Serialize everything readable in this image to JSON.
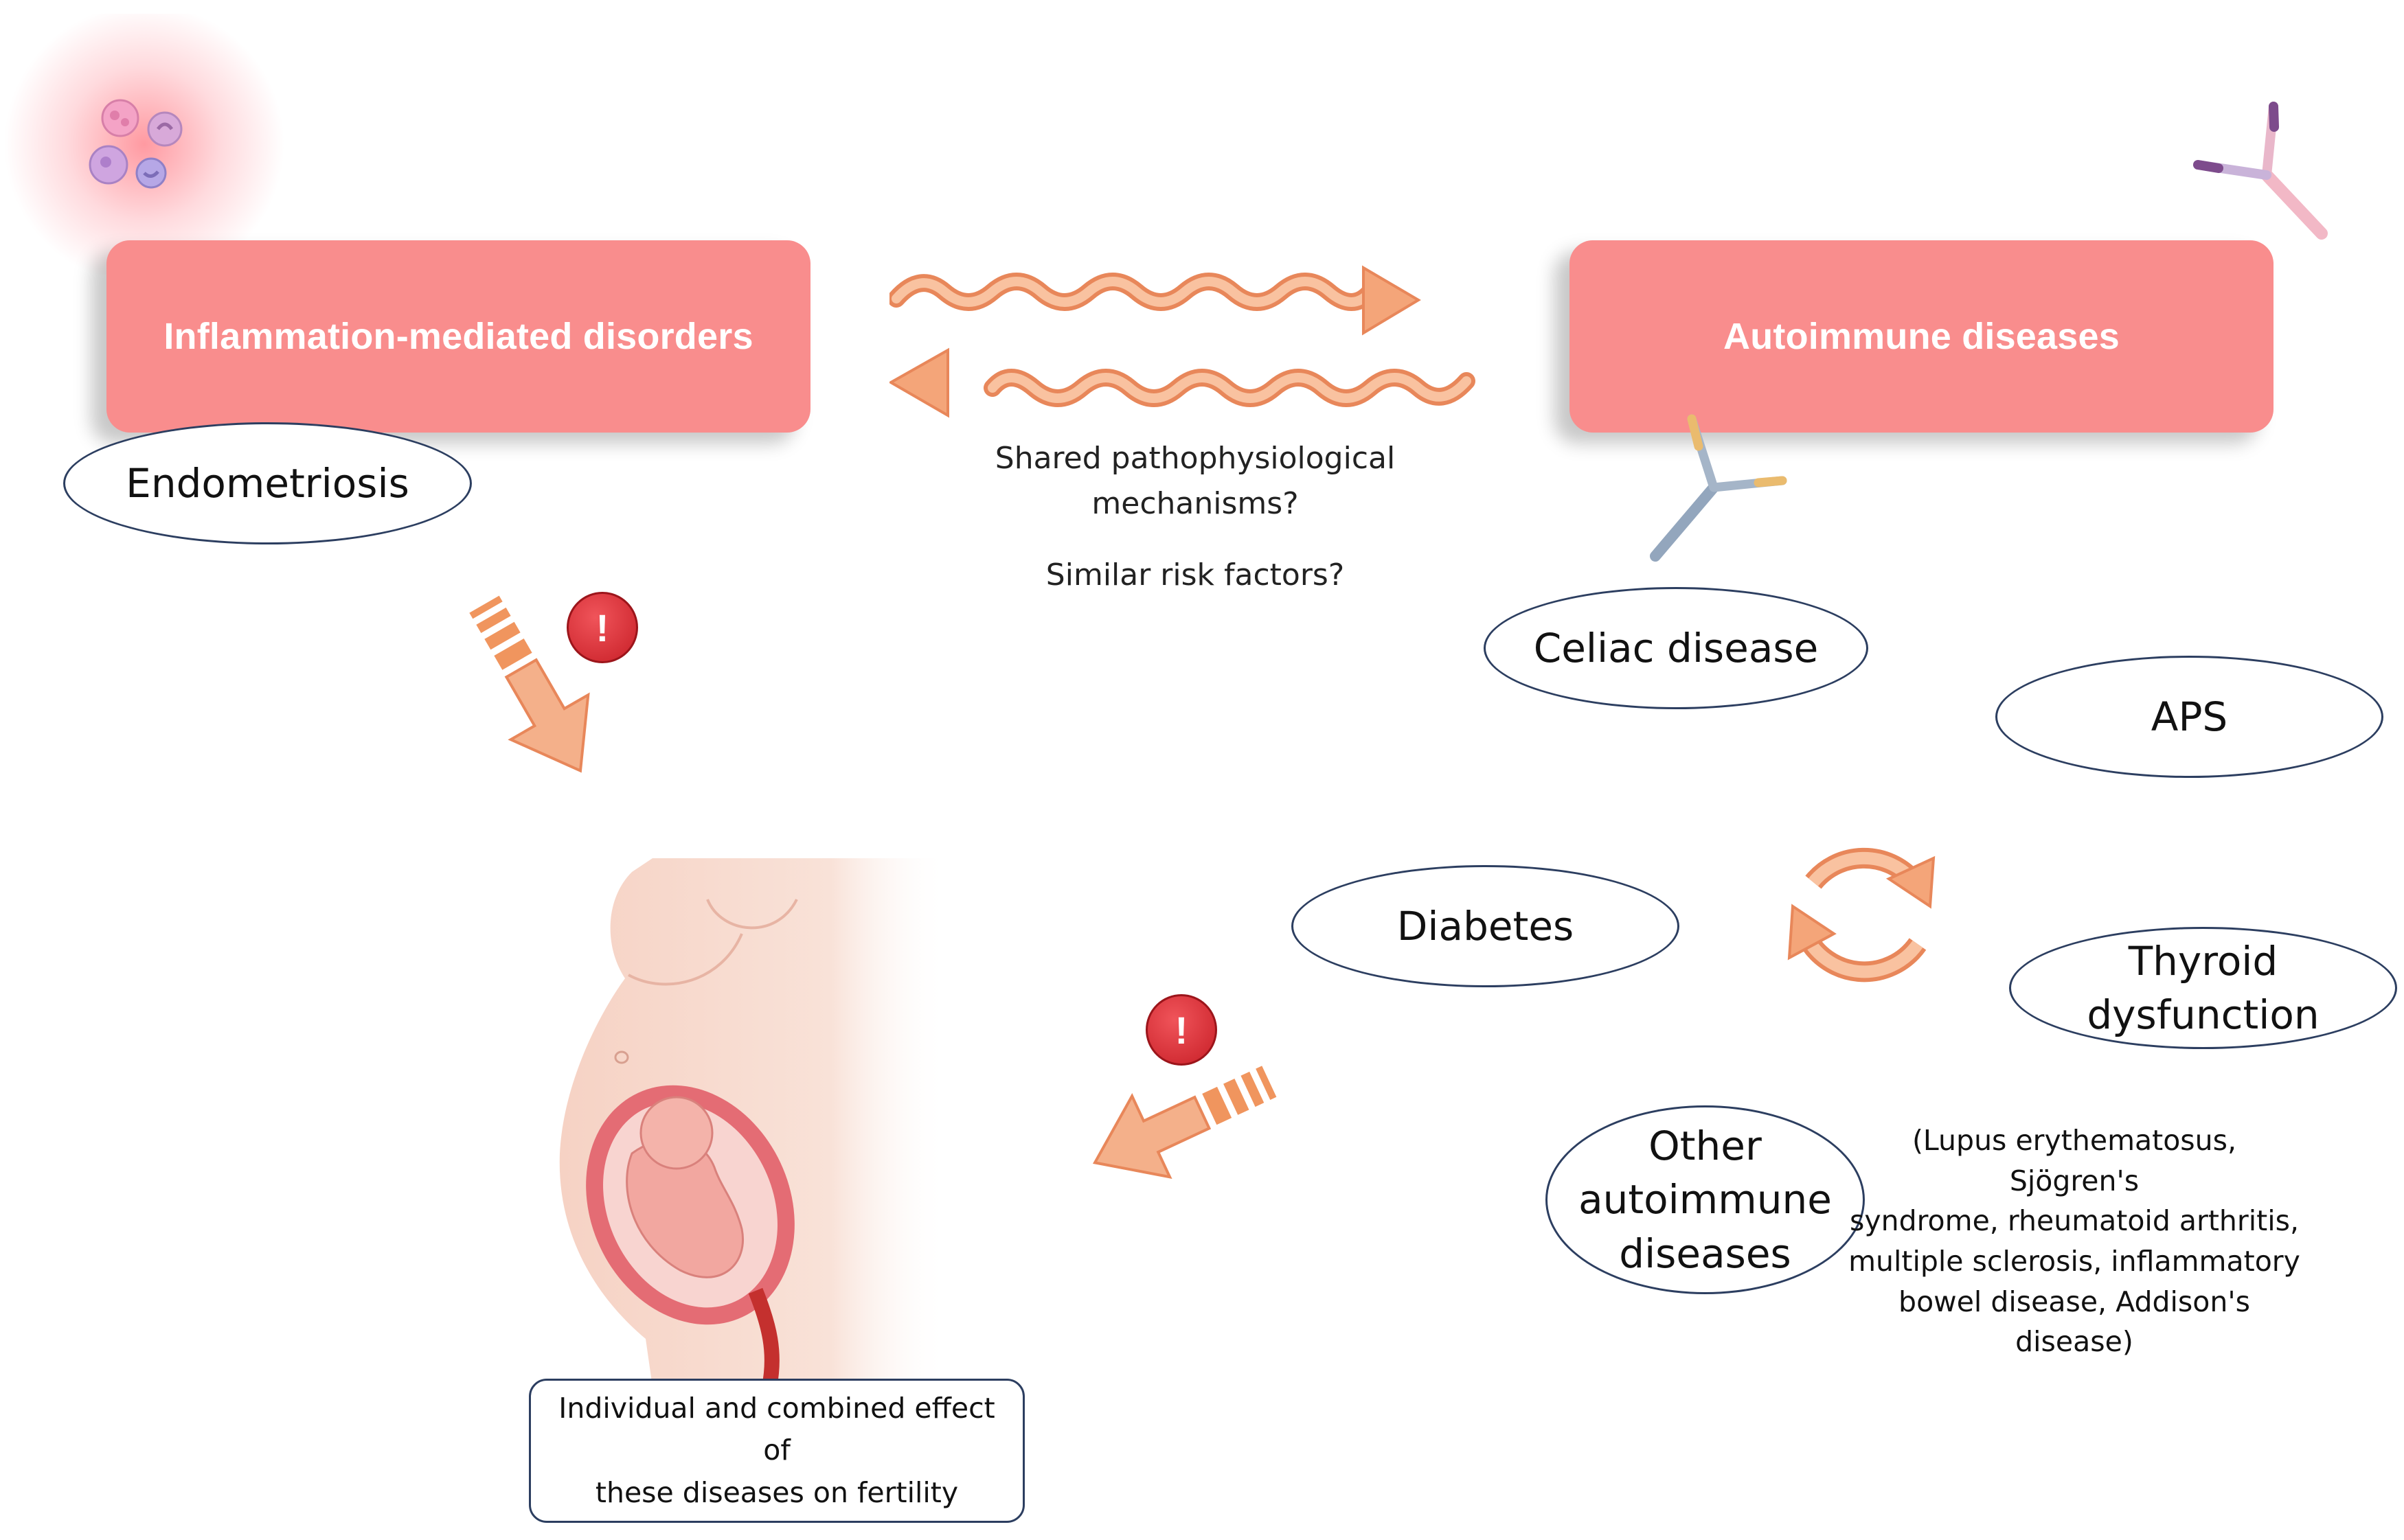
{
  "headline_boxes": {
    "inflammation": "Inflammation-mediated disorders",
    "autoimmune": "Autoimmune diseases"
  },
  "ovals": {
    "endometriosis": "Endometriosis",
    "celiac": "Celiac disease",
    "aps": "APS",
    "diabetes": "Diabetes",
    "thyroid_line1": "Thyroid",
    "thyroid_line2": "dysfunction",
    "other_line1": "Other",
    "other_line2": "autoimmune",
    "other_line3": "diseases"
  },
  "notes": {
    "shared_line1": "Shared pathophysiological",
    "shared_line2": "mechanisms?",
    "similar": "Similar risk factors?"
  },
  "examples": {
    "line1": "(Lupus erythematosus, Sjögren's",
    "line2": "syndrome, rheumatoid arthritis,",
    "line3": "multiple sclerosis, inflammatory",
    "line4": "bowel disease, Addison's disease)"
  },
  "fertility": {
    "line1": "Individual and combined effect of",
    "line2": "these diseases on fertility"
  },
  "alerts": {
    "symbol": "!"
  },
  "colors": {
    "headbox": "#f98d8d",
    "arrow": "#f4a579",
    "arrow_stroke": "#e8875a",
    "oval_border": "#2c3e60",
    "alert": "#d9262e"
  },
  "icons": [
    "immune-cells-icon",
    "antibody-icon",
    "wavy-arrow-right-icon",
    "wavy-arrow-left-icon",
    "striped-arrow-icon",
    "alert-icon",
    "cycle-arrows-icon",
    "pregnancy-icon"
  ]
}
